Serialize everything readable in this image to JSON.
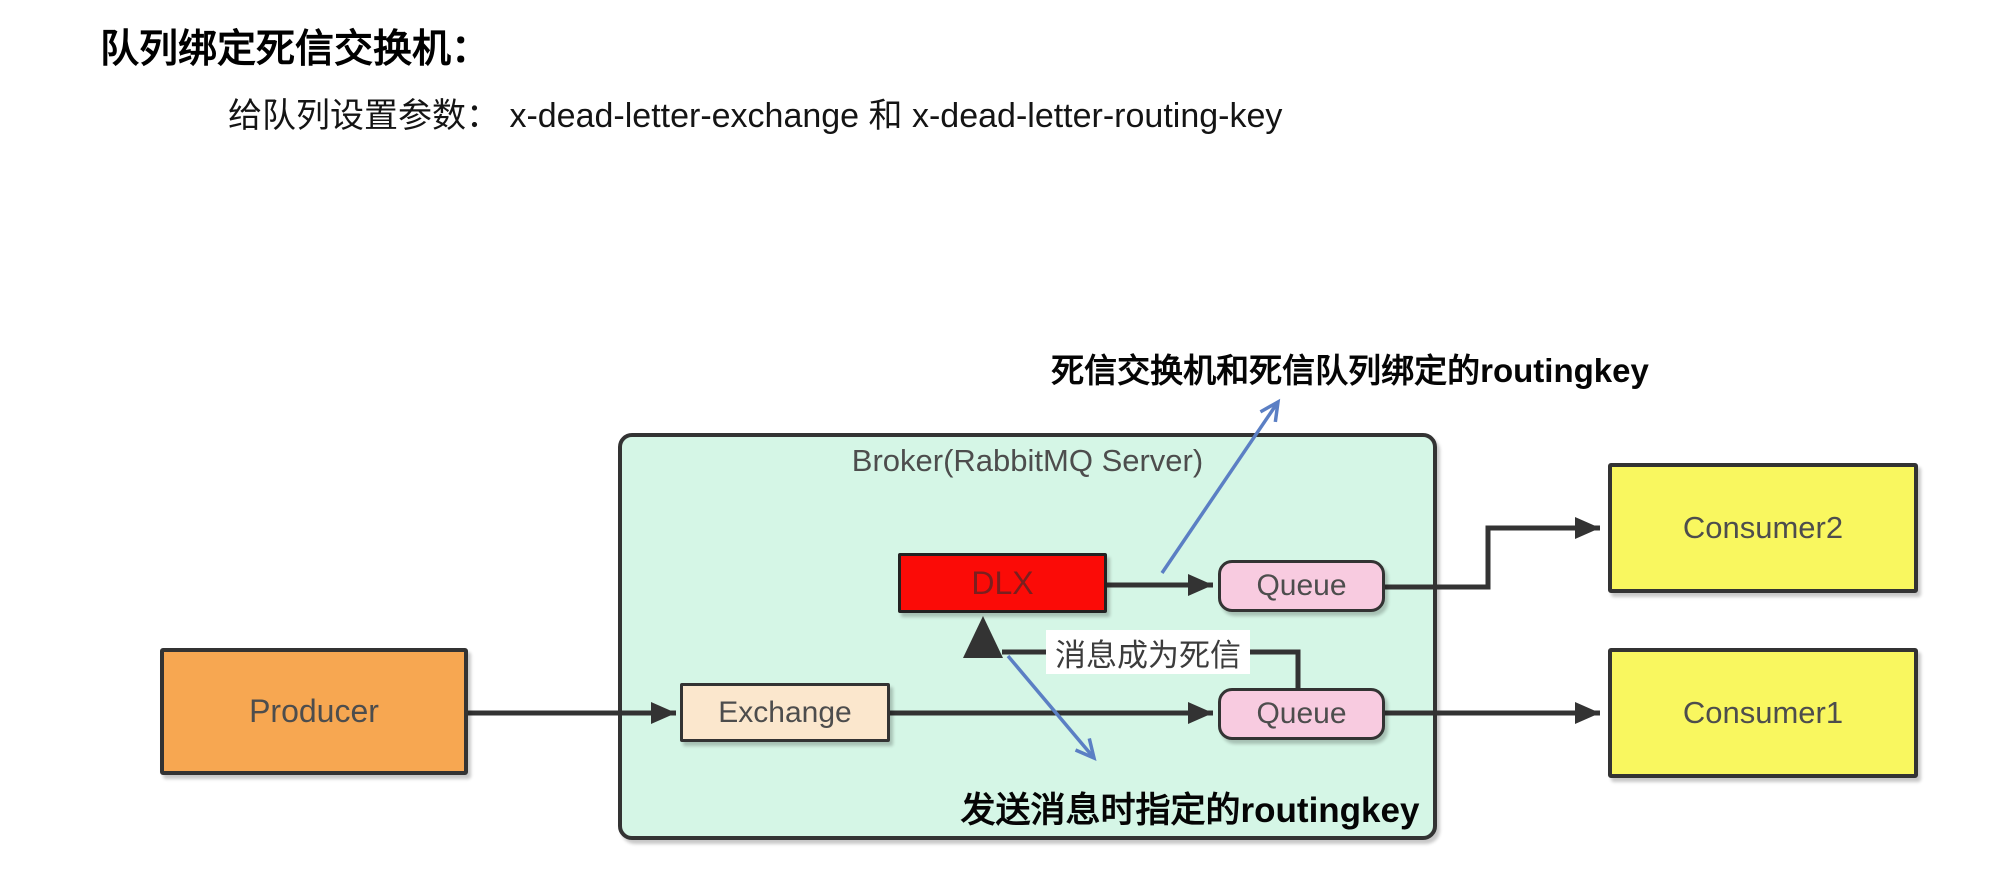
{
  "colors": {
    "page-bg": "#ffffff",
    "broker-fill": "#d5f6e6",
    "producer-fill": "#f7a751",
    "exchange-fill": "#fbe7cd",
    "queue-fill": "#f8cbe0",
    "consumer-fill": "#f9f75f",
    "dlx-fill": "#fb0b07",
    "dlx-text": "#7a1f1f",
    "box-border": "#333333",
    "arrow": "#333333",
    "blue-arrow": "#5b7fc4"
  },
  "heading": {
    "title": "队列绑定死信交换机：",
    "subtitle": "给队列设置参数：  x-dead-letter-exchange 和 x-dead-letter-routing-key"
  },
  "diagram": {
    "broker_label": "Broker(RabbitMQ Server)",
    "producer_label": "Producer",
    "exchange_label": "Exchange",
    "dlx_label": "DLX",
    "queue_top_label": "Queue",
    "queue_bottom_label": "Queue",
    "consumer2_label": "Consumer2",
    "consumer1_label": "Consumer1",
    "dead_letter_note": "消息成为死信",
    "top_annotation": "死信交换机和死信队列绑定的routingkey",
    "bottom_annotation": "发送消息时指定的routingkey"
  }
}
